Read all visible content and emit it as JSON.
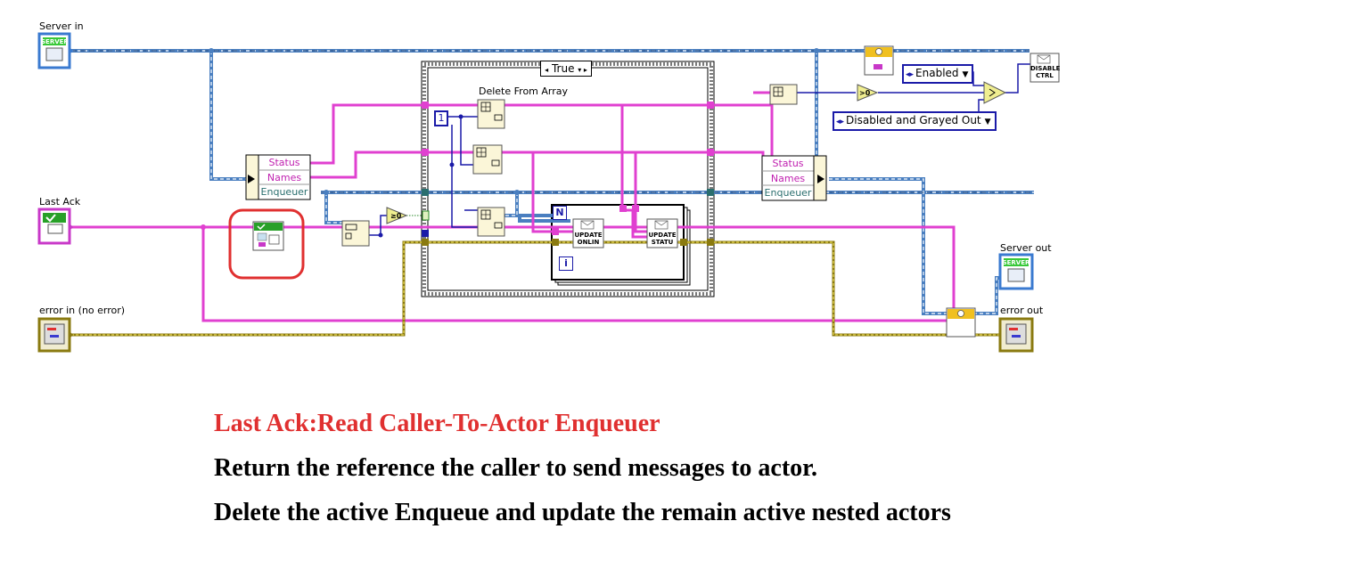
{
  "diagram": {
    "terminals": {
      "server_in": "Server in",
      "last_ack": "Last Ack",
      "error_in": "error in (no error)",
      "server_out": "Server out",
      "error_out": "error out"
    },
    "case_structure": {
      "selector": "True"
    },
    "function_label": "Delete From Array",
    "numeric_constant": "1",
    "for_loop": {
      "count_terminal": "N",
      "iteration_terminal": "i"
    },
    "unbundle_fields": [
      "Status",
      "Names",
      "Enqueuer"
    ],
    "bundle_fields": [
      "Status",
      "Names",
      "Enqueuer"
    ],
    "subvi_labels": {
      "update_online": "UPDATE ONLIN",
      "update_status": "UPDATE STATU",
      "disable_ctrl": "DISABLE CTRL",
      "server_icon": "SERVER"
    },
    "ring_constants": {
      "enabled": "Enabled",
      "disabled": "Disabled and Grayed Out"
    },
    "compare_labels": {
      "greater_zero": ">0",
      "greater_equal_zero": "≥0"
    },
    "colors": {
      "cluster_wire": "#4a7fc0",
      "string_wire": "#e040d0",
      "error_wire": "#8a7a10",
      "numeric_wire": "#1a1aa8",
      "highlight": "#e03030"
    }
  },
  "caption": {
    "title": "Last Ack:Read Caller-To-Actor Enqueuer",
    "line1": "Return the reference the caller to send messages to actor.",
    "line2": "Delete the active Enqueue and update the remain active nested actors"
  }
}
